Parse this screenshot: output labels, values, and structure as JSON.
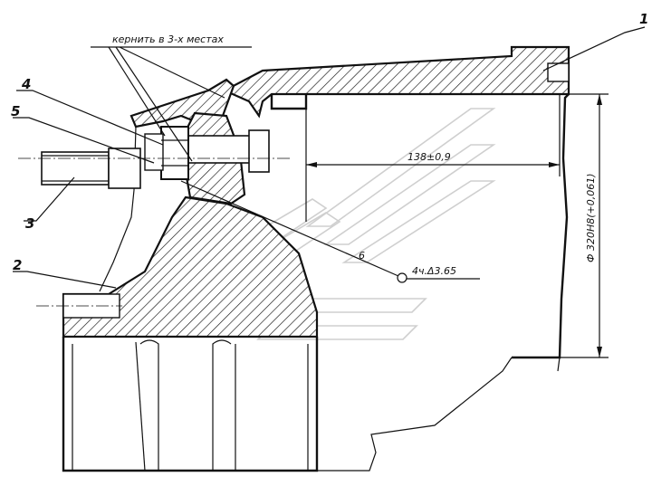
{
  "callouts": {
    "c1": "1",
    "c2": "2",
    "c3": "3",
    "c4": "4",
    "c5": "5"
  },
  "notes": {
    "punch_note": "кернить в 3-х местах",
    "hole_note": "4ч.Δ3.65",
    "angle_mark": "6"
  },
  "dimensions": {
    "length": "138±0,9",
    "diameter": "Ф 320Н8(+0,061)"
  }
}
